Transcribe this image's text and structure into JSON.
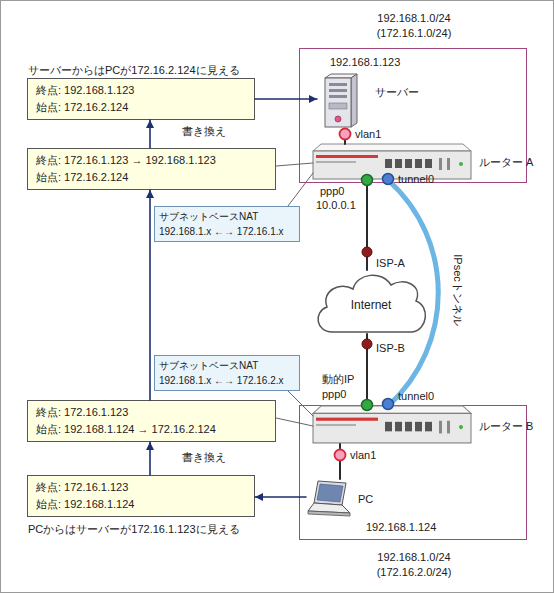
{
  "diagram": {
    "nodes": [
      {
        "text": [
          "192.168.1.0/24 (172.16.1.0/24)"
        ]
      },
      {
        "text": [
          "サーバー"
        ],
        "in": 0
      },
      {
        "text": [
          "ルーター A"
        ],
        "in": 0
      },
      {
        "text": [
          "終点: 192.168.1.123",
          "始点: 172.16.2.124"
        ]
      },
      {
        "text": [
          "終点: 172.16.1.123 → 192.168.1.123",
          "始点: 172.16.2.124"
        ]
      },
      {
        "text": [
          "サブネットベースNAT",
          "192.168.1.x ←→ 172.16.1.x"
        ]
      },
      {
        "text": [
          "Internet"
        ]
      },
      {
        "text": [
          "サブネットベースNAT",
          "192.168.1.x ←→ 172.16.2.x"
        ]
      },
      {
        "text": [
          "終点: 172.16.1.123",
          "始点: 192.168.1.124 → 172.16.2.124"
        ]
      },
      {
        "text": [
          "192.168.1.0/24 (172.16.2.0/24)"
        ]
      },
      {
        "text": [
          "ルーター B"
        ],
        "in": 9
      },
      {
        "text": [
          "PC"
        ],
        "in": 9
      },
      {
        "text": [
          "終点: 172.16.1.123",
          "始点: 192.168.1.124"
        ]
      }
    ],
    "edges": [
      {
        "from": 11,
        "to": 12,
        "arrow": "to"
      },
      {
        "from": 12,
        "to": 8,
        "arrow": "to"
      },
      {
        "from": 8,
        "to": 4,
        "arrow": "to"
      },
      {
        "from": 4,
        "to": 3,
        "arrow": "to"
      },
      {
        "from": 3,
        "to": 1,
        "arrow": "to"
      },
      {
        "from": 1,
        "to": 2,
        "arrow": "none"
      },
      {
        "from": 2,
        "to": 6,
        "arrow": "none"
      },
      {
        "from": 6,
        "to": 10,
        "arrow": "none"
      },
      {
        "from": 2,
        "to": 10,
        "arrow": "none",
        "label": "IPsecトンネル"
      },
      {
        "from": 11,
        "to": 10,
        "arrow": "none"
      },
      {
        "from": 4,
        "to": 2,
        "arrow": "none"
      },
      {
        "from": 5,
        "to": 2,
        "arrow": "none"
      },
      {
        "from": 7,
        "to": 10,
        "arrow": "none"
      },
      {
        "from": 8,
        "to": 10,
        "arrow": "none"
      }
    ],
    "labels": [
      "192.168.1.123",
      "サーバーからはPCが172.16.2.124に見える",
      "書き換え",
      "vlan1",
      "ppp0",
      "10.0.0.1",
      "tunnel0",
      "ISP-A",
      "ISP-B",
      "動的IP",
      "ppp0",
      "tunnel0",
      "vlan1",
      "書き換え",
      "192.168.1.124",
      "PCからはサーバーが172.16.1.123に見える"
    ]
  }
}
